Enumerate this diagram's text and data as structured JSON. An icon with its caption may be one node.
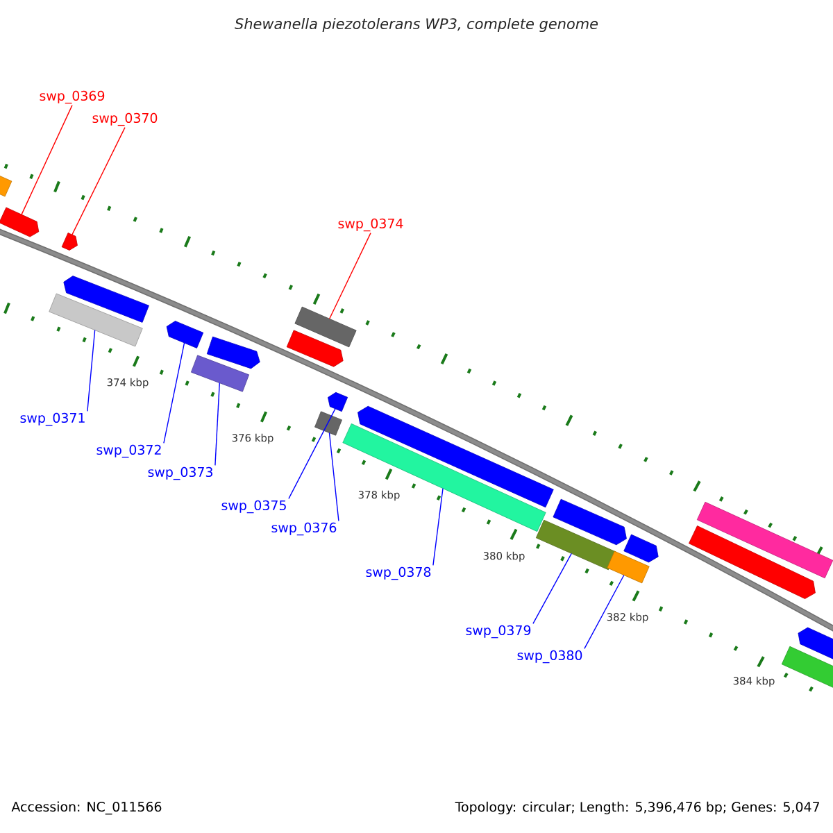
{
  "diagram": {
    "title": "Shewanella piezotolerans WP3, complete genome",
    "nodes": [
      {
        "text": [
          "swp_0369"
        ]
      },
      {
        "text": [
          "swp_0370"
        ]
      },
      {
        "text": [
          "swp_0374"
        ]
      },
      {
        "text": [
          "swp_0371"
        ]
      },
      {
        "text": [
          "swp_0372"
        ]
      },
      {
        "text": [
          "swp_0373"
        ]
      },
      {
        "text": [
          "swp_0375"
        ]
      },
      {
        "text": [
          "swp_0376"
        ]
      },
      {
        "text": [
          "swp_0378"
        ]
      },
      {
        "text": [
          "swp_0379"
        ]
      },
      {
        "text": [
          "swp_0380"
        ]
      },
      {
        "text": [],
        "shape": "bar"
      },
      {
        "text": [],
        "shape": "bar"
      },
      {
        "text": [],
        "shape": "bar"
      },
      {
        "text": [],
        "shape": "bar"
      },
      {
        "text": [],
        "shape": "bar"
      },
      {
        "text": [],
        "shape": "bar"
      },
      {
        "text": [],
        "shape": "bar"
      },
      {
        "text": [],
        "shape": "bar"
      },
      {
        "text": [],
        "shape": "bar"
      },
      {
        "text": [],
        "shape": "bar"
      },
      {
        "text": [],
        "shape": "bar"
      },
      {
        "text": [],
        "shape": "bar"
      },
      {
        "text": [],
        "shape": "bar"
      },
      {
        "text": [],
        "shape": "bar"
      },
      {
        "text": [],
        "shape": "bar"
      },
      {
        "text": [],
        "shape": "bar"
      },
      {
        "text": [],
        "shape": "bar"
      },
      {
        "text": [],
        "shape": "bar"
      },
      {
        "text": [],
        "shape": "bar"
      },
      {
        "text": [],
        "shape": "bar"
      },
      {
        "text": [],
        "shape": "bar"
      },
      {
        "text": [],
        "shape": "bar"
      }
    ],
    "edges": [
      {
        "from": 0,
        "to": 12,
        "arrow": "none",
        "color": "#ff0000"
      },
      {
        "from": 1,
        "to": 14,
        "arrow": "none",
        "color": "#ff0000"
      },
      {
        "from": 2,
        "to": 20,
        "arrow": "none",
        "color": "#ff0000"
      },
      {
        "from": 3,
        "to": 13,
        "arrow": "none"
      },
      {
        "from": 4,
        "to": 16,
        "arrow": "none"
      },
      {
        "from": 5,
        "to": 17,
        "arrow": "none"
      },
      {
        "from": 6,
        "to": 22,
        "arrow": "none"
      },
      {
        "from": 7,
        "to": 21,
        "arrow": "none"
      },
      {
        "from": 8,
        "to": 23,
        "arrow": "none"
      },
      {
        "from": 9,
        "to": 25,
        "arrow": "none"
      },
      {
        "from": 10,
        "to": 27,
        "arrow": "none"
      }
    ],
    "labels": [
      "374 kbp",
      "376 kbp",
      "378 kbp",
      "380 kbp",
      "382 kbp",
      "384 kbp",
      "Accession: NC_011566",
      "Topology: circular; Length: 5,396,476 bp; Genes: 5,047"
    ]
  }
}
